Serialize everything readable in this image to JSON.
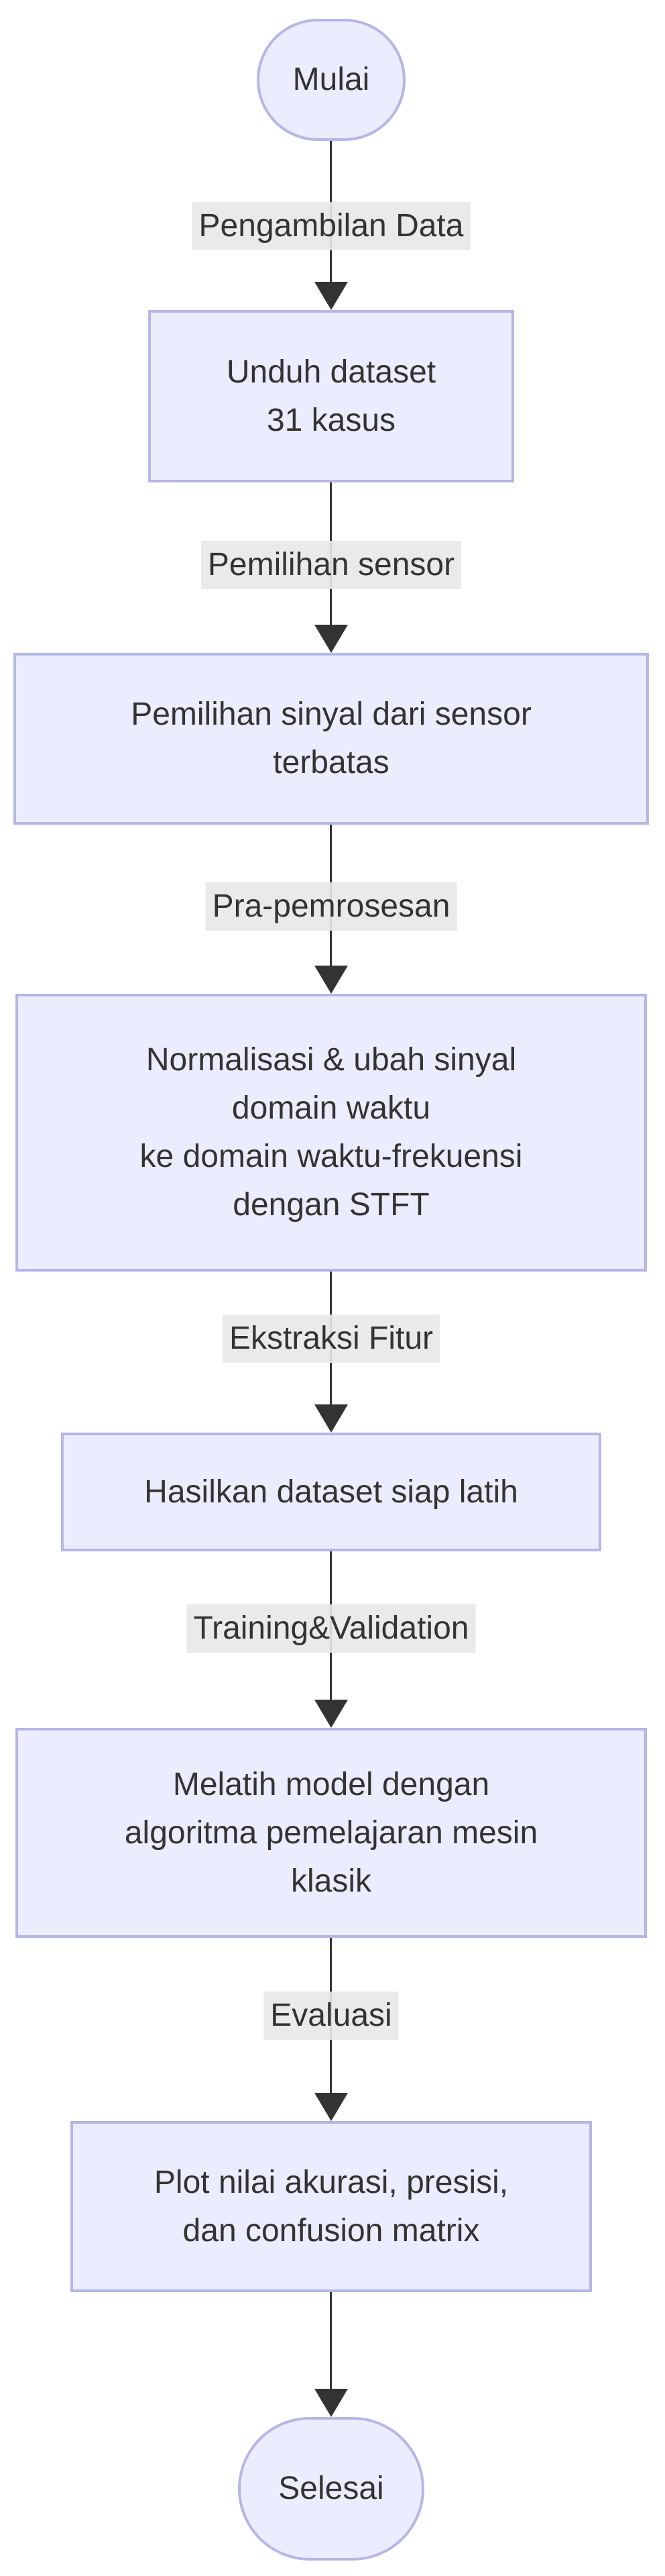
{
  "diagram": {
    "type": "flowchart-top-down",
    "colors": {
      "node_fill": "#ECECFF",
      "node_border": "#B6B6E6",
      "edge_label_bg": "#E8E8E8",
      "arrow": "#333333",
      "text": "#333333",
      "background": "#FFFFFF"
    },
    "nodes": [
      {
        "id": "start",
        "shape": "stadium",
        "lines": [
          "Mulai"
        ]
      },
      {
        "id": "unduh-dataset",
        "shape": "rect",
        "lines": [
          "Unduh dataset",
          "31 kasus"
        ]
      },
      {
        "id": "pemilihan-sinyal",
        "shape": "rect",
        "lines": [
          "Pemilihan sinyal dari sensor",
          "terbatas"
        ]
      },
      {
        "id": "pra-pemrosesan",
        "shape": "rect",
        "lines": [
          "Normalisasi & ubah sinyal",
          "domain waktu",
          "ke domain waktu-frekuensi",
          "dengan STFT"
        ]
      },
      {
        "id": "dataset-siap-latih",
        "shape": "rect",
        "lines": [
          "Hasilkan dataset siap latih"
        ]
      },
      {
        "id": "melatih-model",
        "shape": "rect",
        "lines": [
          "Melatih model dengan",
          "algoritma pemelajaran mesin",
          "klasik"
        ]
      },
      {
        "id": "plot-hasil",
        "shape": "rect",
        "lines": [
          "Plot nilai akurasi, presisi,",
          "dan confusion matrix"
        ]
      },
      {
        "id": "end",
        "shape": "stadium",
        "lines": [
          "Selesai"
        ]
      }
    ],
    "edges": [
      {
        "from": "start",
        "to": "unduh-dataset",
        "label": "Pengambilan Data"
      },
      {
        "from": "unduh-dataset",
        "to": "pemilihan-sinyal",
        "label": "Pemilihan sensor"
      },
      {
        "from": "pemilihan-sinyal",
        "to": "pra-pemrosesan",
        "label": "Pra-pemrosesan"
      },
      {
        "from": "pra-pemrosesan",
        "to": "dataset-siap-latih",
        "label": "Ekstraksi Fitur"
      },
      {
        "from": "dataset-siap-latih",
        "to": "melatih-model",
        "label": "Training&Validation"
      },
      {
        "from": "melatih-model",
        "to": "plot-hasil",
        "label": "Evaluasi"
      },
      {
        "from": "plot-hasil",
        "to": "end"
      }
    ]
  }
}
